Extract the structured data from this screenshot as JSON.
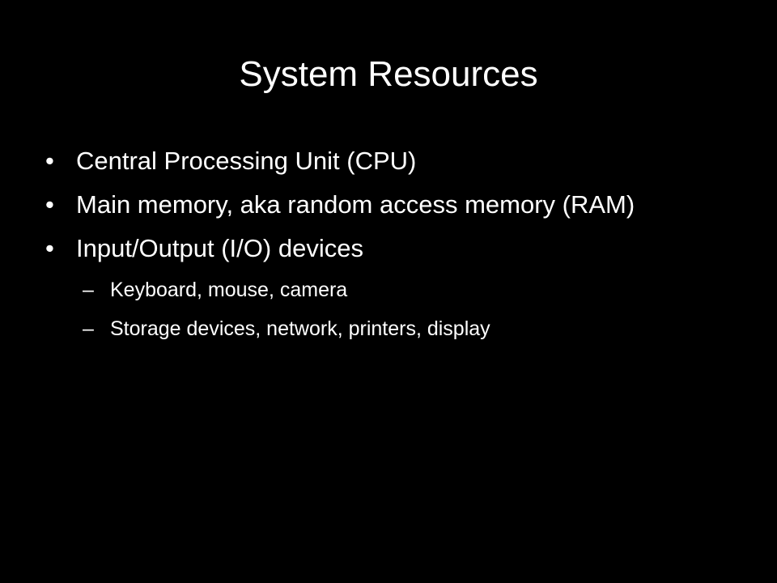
{
  "slide": {
    "title": "System Resources",
    "bullets": [
      {
        "marker": "•",
        "text": "Central Processing Unit (CPU)"
      },
      {
        "marker": "•",
        "text": "Main memory, aka random access memory (RAM)"
      },
      {
        "marker": "•",
        "text": "Input/Output (I/O) devices",
        "sub": [
          {
            "marker": "–",
            "text": "Keyboard, mouse, camera"
          },
          {
            "marker": "–",
            "text": "Storage devices, network, printers, display"
          }
        ]
      }
    ]
  },
  "colors": {
    "background": "#000000",
    "text": "#ffffff"
  }
}
